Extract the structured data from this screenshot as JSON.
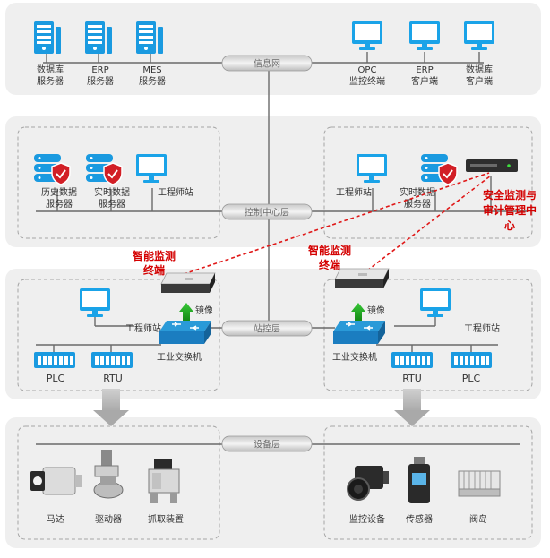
{
  "layers": {
    "info": "信息网",
    "control": "控制中心层",
    "station": "站控层",
    "device": "设备层"
  },
  "info_layer": {
    "db_server": [
      "数据库",
      "服务器"
    ],
    "erp_server": [
      "ERP",
      "服务器"
    ],
    "mes_server": [
      "MES",
      "服务器"
    ],
    "opc_terminal": [
      "OPC",
      "监控终端"
    ],
    "erp_client": [
      "ERP",
      "客户端"
    ],
    "db_client": [
      "数据库",
      "客户端"
    ]
  },
  "control_layer": {
    "history_server": [
      "历史数据",
      "服务器"
    ],
    "realtime_server_left": [
      "实时数据",
      "服务器"
    ],
    "engineer_left": "工程师站",
    "engineer_right": "工程师站",
    "realtime_server_right": [
      "实时数据",
      "服务器"
    ],
    "audit_center": [
      "安全监测与",
      "审计管理中",
      "心"
    ]
  },
  "station_layer": {
    "terminal_left": [
      "智能监测",
      "终端"
    ],
    "terminal_right": [
      "智能监测",
      "终端"
    ],
    "mirror_left": "镜像",
    "mirror_right": "镜像",
    "engineer_left": "工程师站",
    "engineer_right": "工程师站",
    "switch_left": "工业交换机",
    "switch_right": "工业交换机",
    "plc_left": "PLC",
    "rtu_left": "RTU",
    "rtu_right": "RTU",
    "plc_right": "PLC"
  },
  "device_layer": {
    "motor": "马达",
    "driver": "驱动器",
    "gripper": "抓取装置",
    "monitor_device": "监控设备",
    "sensor": "传感器",
    "valve_island": "阀岛"
  },
  "colors": {
    "monitor_blue": "#1aa3e8",
    "server_blue": "#1a9ae0",
    "shield_red": "#d21f26",
    "dashed_red": "#e01818",
    "label_red": "#d40000",
    "gray_line": "#8c8c8c",
    "layer_bg": "#f0f0f0"
  }
}
